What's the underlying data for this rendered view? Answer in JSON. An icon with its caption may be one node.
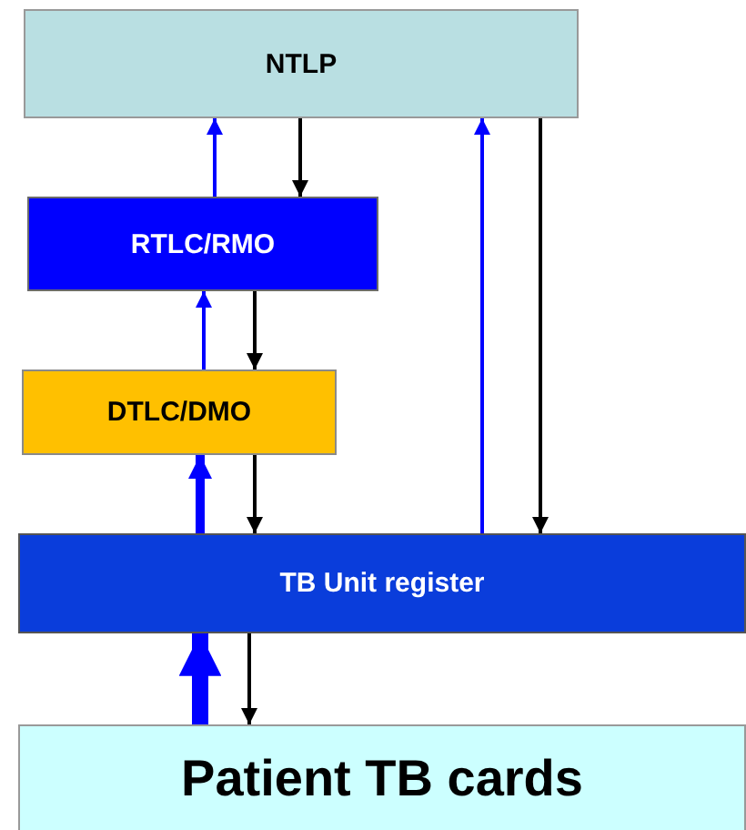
{
  "diagram": {
    "nodes": [
      {
        "text": [
          "NTLP"
        ]
      },
      {
        "text": [
          "RTLC/RMO"
        ]
      },
      {
        "text": [
          "DTLC/DMO"
        ]
      },
      {
        "text": [
          "TB Unit register"
        ]
      },
      {
        "text": [
          "Patient TB cards"
        ]
      }
    ],
    "edges": [
      {
        "from": 1,
        "to": 0,
        "arrow": "to",
        "color": "#0000ff"
      },
      {
        "from": 0,
        "to": 1,
        "arrow": "to",
        "color": "#000000"
      },
      {
        "from": 2,
        "to": 1,
        "arrow": "to",
        "color": "#0000ff"
      },
      {
        "from": 1,
        "to": 2,
        "arrow": "to",
        "color": "#000000"
      },
      {
        "from": 3,
        "to": 2,
        "arrow": "to",
        "color": "#0000ff",
        "style": "thick"
      },
      {
        "from": 2,
        "to": 3,
        "arrow": "to",
        "color": "#000000"
      },
      {
        "from": 3,
        "to": 0,
        "arrow": "to",
        "color": "#0000ff"
      },
      {
        "from": 0,
        "to": 3,
        "arrow": "to",
        "color": "#000000"
      },
      {
        "from": 4,
        "to": 3,
        "arrow": "to",
        "color": "#0000ff",
        "style": "thick"
      },
      {
        "from": 3,
        "to": 4,
        "arrow": "to",
        "color": "#000000"
      }
    ]
  }
}
